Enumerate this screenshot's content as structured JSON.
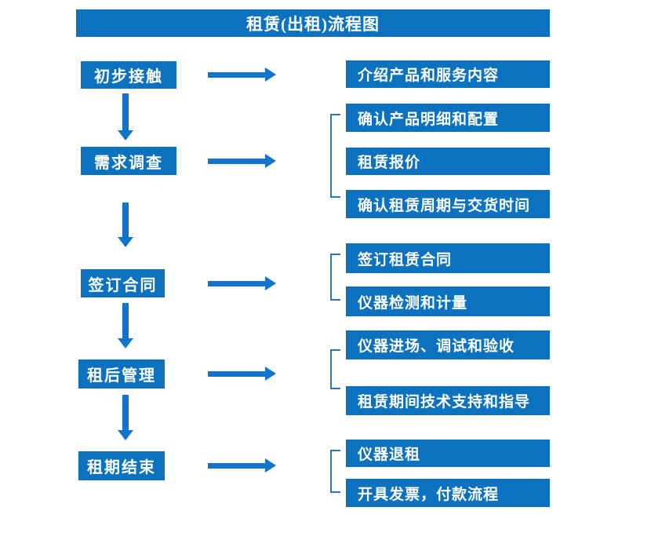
{
  "title": "租赁(出租)流程图",
  "colors": {
    "box_blue": "#0C72BF",
    "arrow_blue": "#1274CB",
    "bracket_blue": "#2E74B6",
    "text_white": "#FFFFFF",
    "background": "#FFFFFF"
  },
  "icons": {
    "right_arrow": "arrow-right-icon",
    "down_arrow": "arrow-down-icon",
    "group_bracket": "left-square-bracket"
  },
  "flow": {
    "steps": [
      {
        "label": "初步接触",
        "details": [
          "介绍产品和服务内容"
        ]
      },
      {
        "label": "需求调查",
        "details": [
          "确认产品明细和配置",
          "租赁报价",
          "确认租赁周期与交货时间"
        ]
      },
      {
        "label": "签订合同",
        "details": [
          "签订租赁合同",
          "仪器检测和计量"
        ]
      },
      {
        "label": "租后管理",
        "details": [
          "仪器进场、调试和验收",
          "租赁期间技术支持和指导"
        ]
      },
      {
        "label": "租期结束",
        "details": [
          "仪器退租",
          "开具发票，付款流程"
        ]
      }
    ]
  }
}
